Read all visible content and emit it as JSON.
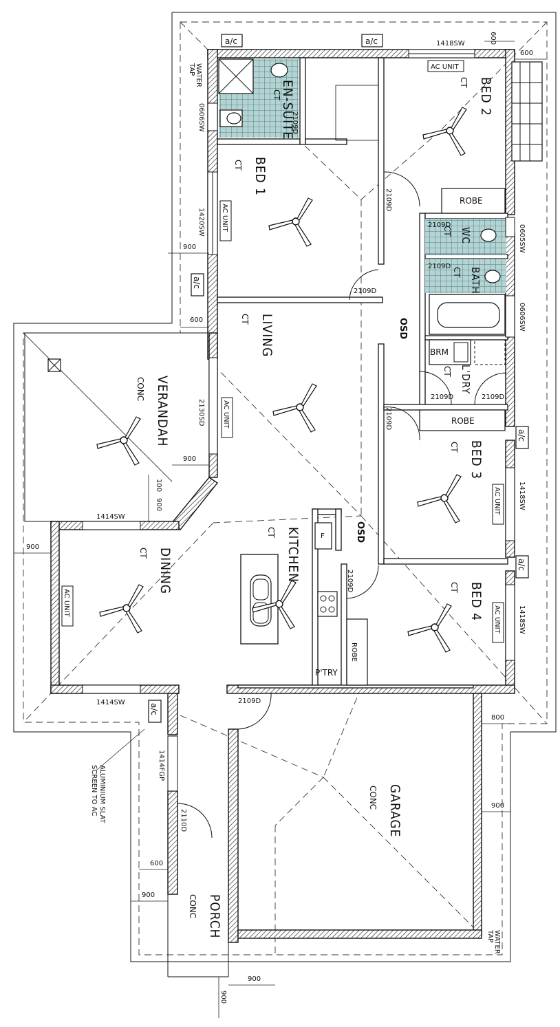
{
  "rooms": {
    "ensuite": "EN-SUITE",
    "bed1": "BED 1",
    "bed2": "BED 2",
    "bed3": "BED 3",
    "bed4": "BED 4",
    "living": "LIVING",
    "verandah": "VERANDAH",
    "kitchen": "KITCHEN",
    "dining": "DINING",
    "garage": "GARAGE",
    "porch": "PORCH",
    "wc": "WC",
    "bath": "BATH",
    "ldry": "L'DRY",
    "ptry": "P'TRY",
    "brm": "BRM"
  },
  "floor_finish": {
    "ct": "CT",
    "conc": "CONC"
  },
  "fixtures": {
    "robe": "ROBE",
    "ac_unit": "AC UNIT",
    "ac": "a/c",
    "osd": "OSD",
    "f": "F"
  },
  "openings": {
    "d2109": "2109D",
    "d2110": "2110D",
    "sw1418": "1418SW",
    "sw1420": "1420SW",
    "sw0606": "0606SW",
    "sw0605": "0605SW",
    "sw1414": "1414SW",
    "sd2130": "2130SD",
    "fgp1414": "1414FGP"
  },
  "dimensions": {
    "d600": "600",
    "d900": "900",
    "d800": "800",
    "d100": "100"
  },
  "notes": {
    "water_tap_1": "WATER",
    "water_tap_2": "TAP",
    "slat_1": "ALUMINIUM SLAT",
    "slat_2": "SCREEN TO AC"
  }
}
